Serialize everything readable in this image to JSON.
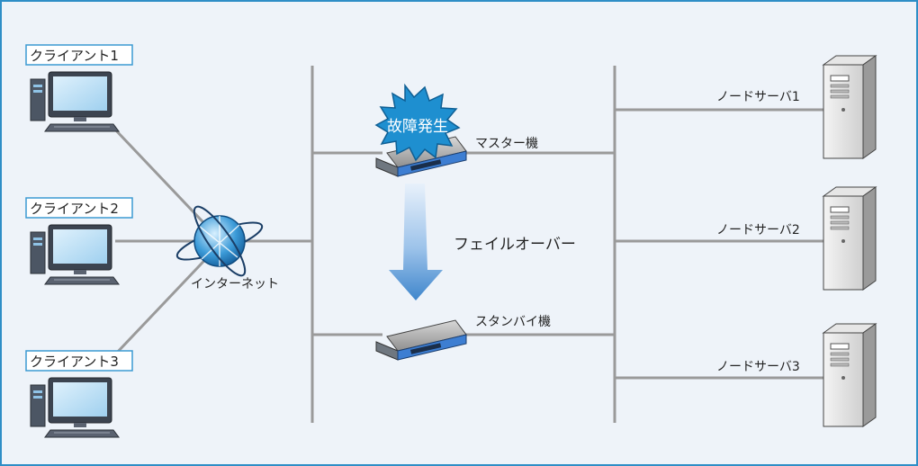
{
  "diagram": {
    "clients": [
      {
        "label": "クライアント1"
      },
      {
        "label": "クライアント2"
      },
      {
        "label": "クライアント3"
      }
    ],
    "internet_label": "インターネット",
    "failure_badge": "故障発生",
    "master_label": "マスター機",
    "standby_label": "スタンバイ機",
    "failover_label": "フェイルオーバー",
    "node_servers": [
      {
        "label": "ノードサーバ1"
      },
      {
        "label": "ノードサーバ2"
      },
      {
        "label": "ノードサーバ3"
      }
    ]
  },
  "colors": {
    "frame_border": "#2e8ec6",
    "background": "#eef3f9",
    "line": "#9a9a9a",
    "label_border": "#3b9ad2",
    "burst": "#1e8fd0",
    "arrow": "#3f86cc"
  }
}
